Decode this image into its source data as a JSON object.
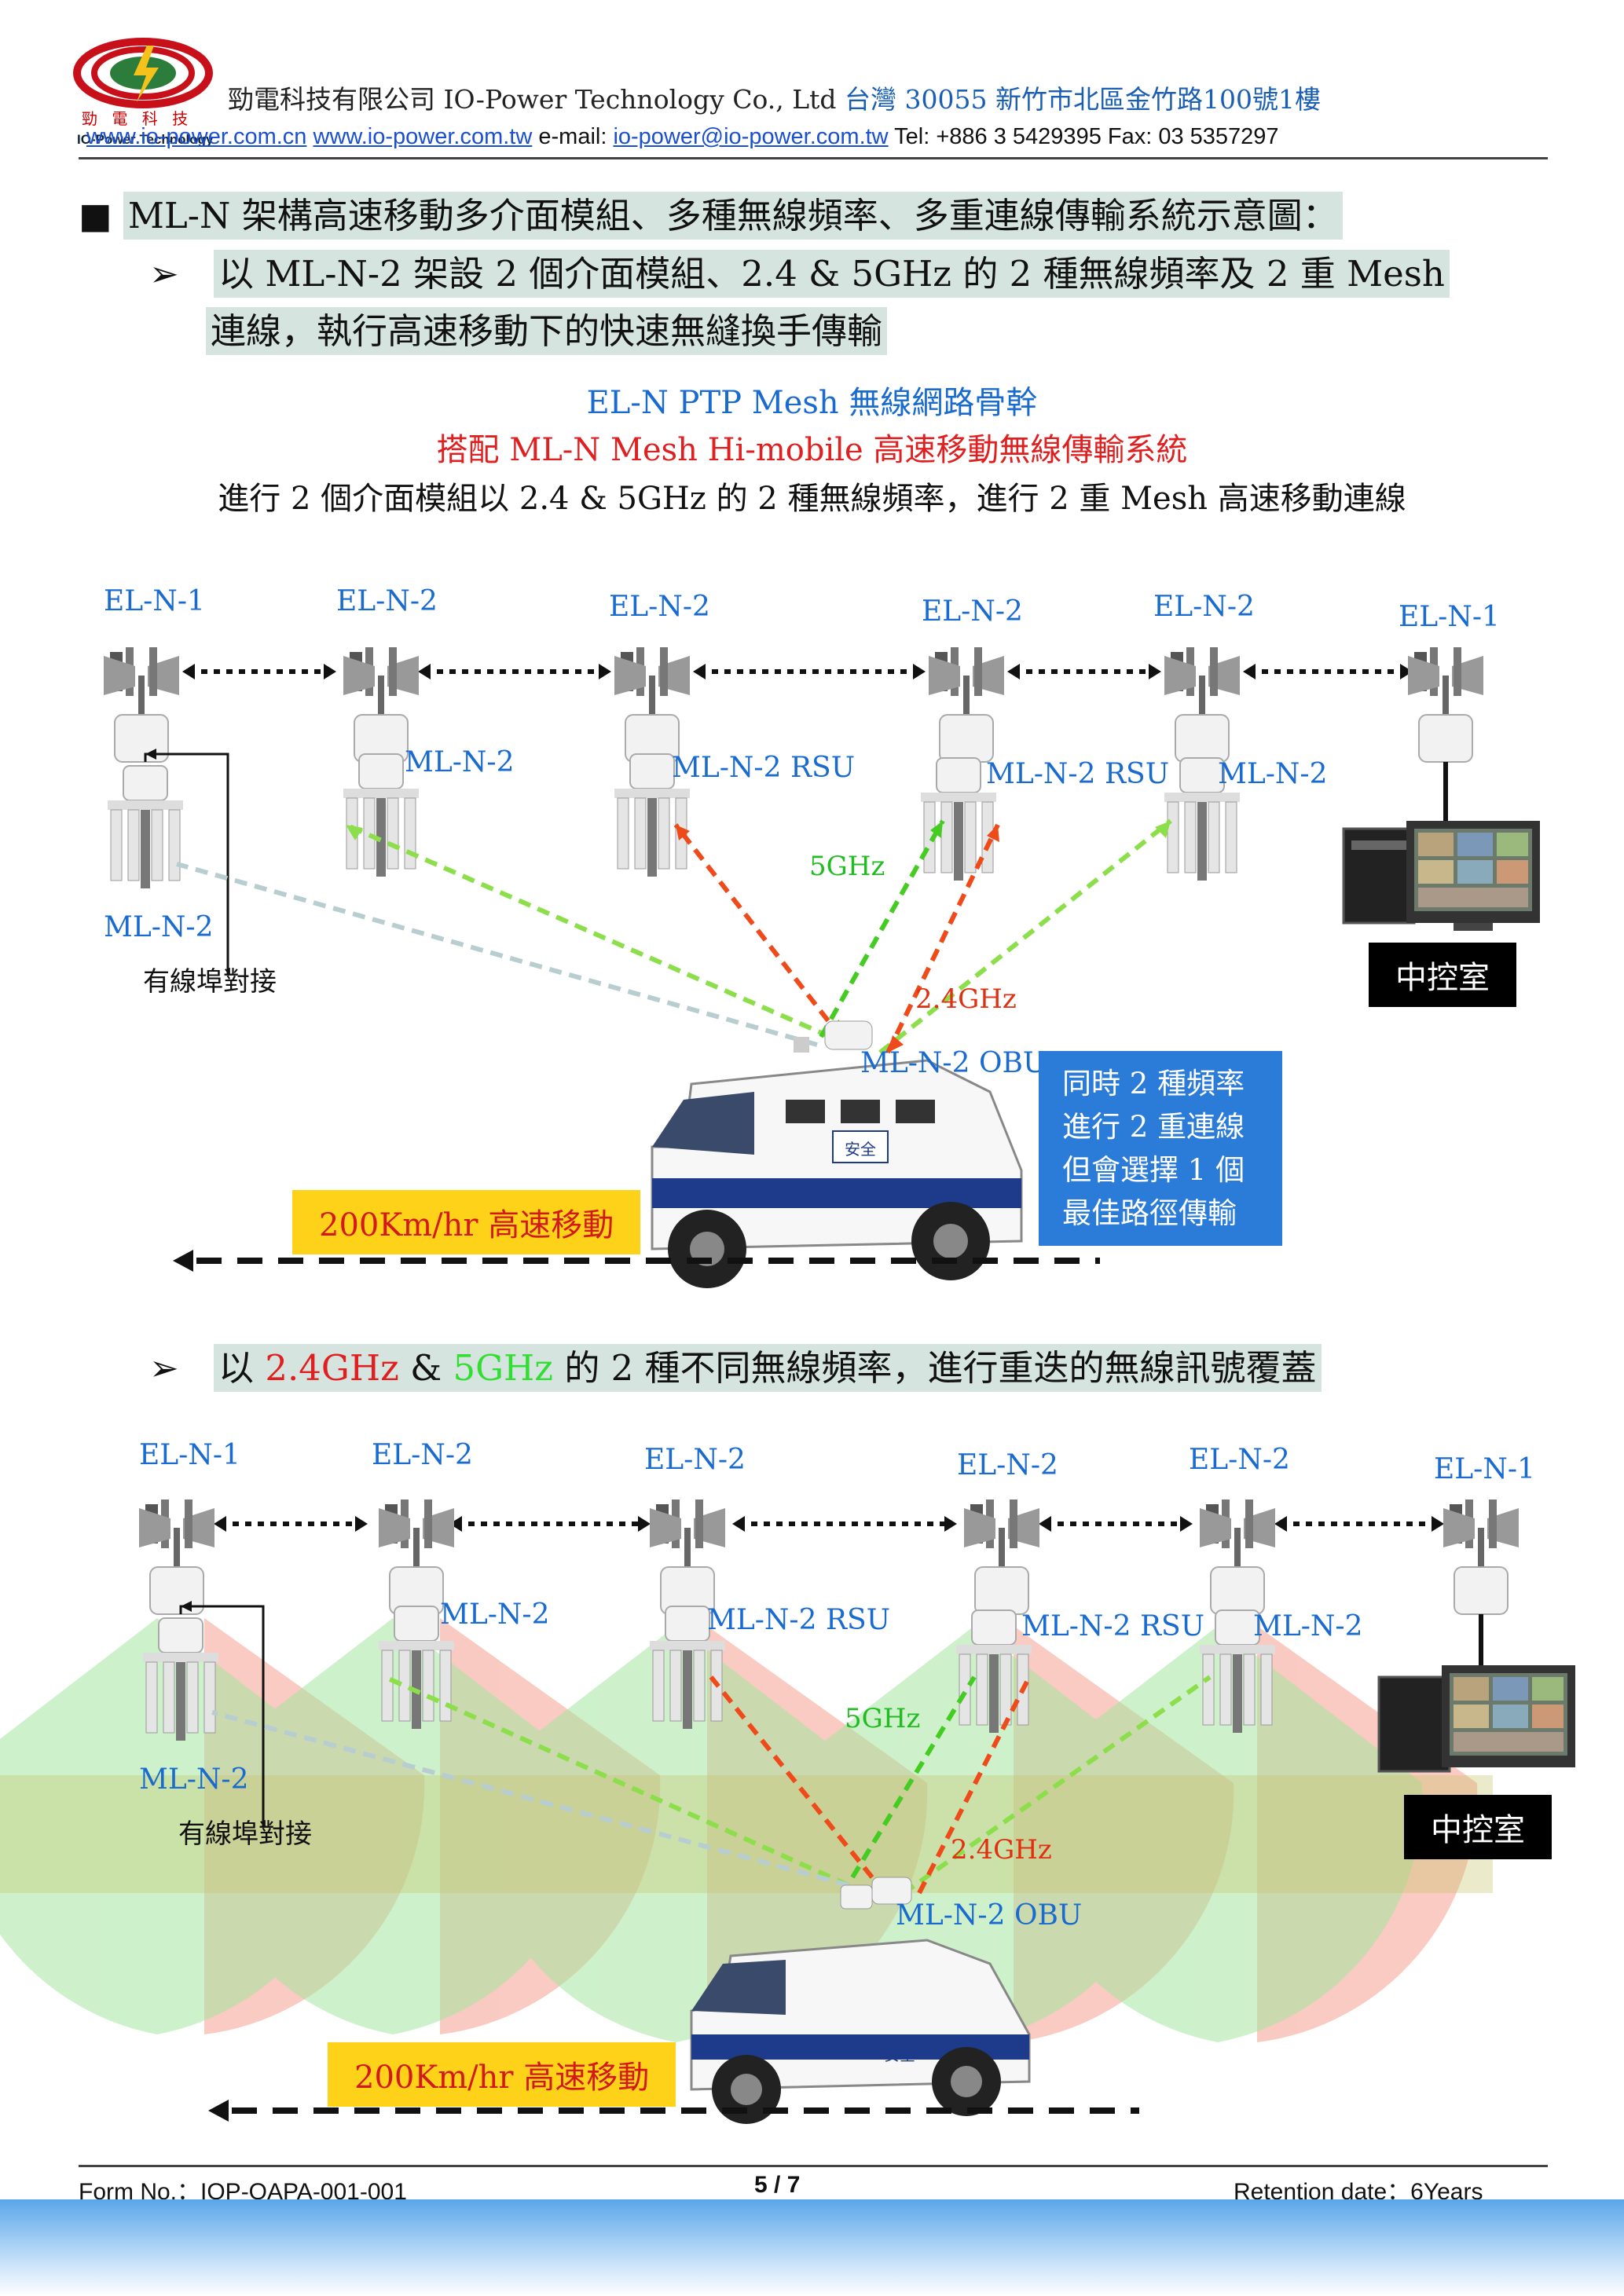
{
  "header": {
    "logo_chars": "勁 電 科 技",
    "logo_en": "IO-Power Technology",
    "company_cn": "勁電科技有限公司",
    "company_en": "IO-Power Technology Co., Ltd",
    "address": "台灣 30055 新竹市北區金竹路100號1樓",
    "website_cn": "www.io-power.com.cn",
    "website_tw": "www.io-power.com.tw",
    "email_label": "e-mail:",
    "email": "io-power@io-power.com.tw",
    "phone_fax": "Tel: +886 3 5429395 Fax: 03 5357297"
  },
  "section": {
    "bullet": "■",
    "title": "ML-N 架構高速移動多介面模組、多種無線頻率、多重連線傳輸系統示意圖：",
    "arrow": "➢",
    "sub1_line1": "以 ML-N-2 架設 2 個介面模組、2.4 & 5GHz 的 2 種無線頻率及 2 重 Mesh",
    "sub1_line2": "連線，執行高速移動下的快速無縫換手傳輸",
    "sub2_prefix": "以 ",
    "sub2_f1": "2.4GHz",
    "sub2_amp": " & ",
    "sub2_f2": "5GHz",
    "sub2_suffix": " 的 2 種不同無線頻率，進行重迭的無線訊號覆蓋"
  },
  "diagram_caption": {
    "line1": "EL-N PTP Mesh 無線網路骨幹",
    "line2": "搭配 ML-N Mesh Hi-mobile 高速移動無線傳輸系統",
    "line3": "進行 2 個介面模組以 2.4 & 5GHz 的 2 種無線頻率，進行 2 重 Mesh 高速移動連線"
  },
  "diagram": {
    "top_labels": [
      "EL-N-1",
      "EL-N-2",
      "EL-N-2",
      "EL-N-2",
      "EL-N-2",
      "EL-N-1"
    ],
    "mid_labels": [
      "ML-N-2",
      "ML-N-2 RSU",
      "ML-N-2 RSU",
      "ML-N-2"
    ],
    "left_bottom_label": "ML-N-2",
    "wired": "有線埠對接",
    "freq_5": "5GHz",
    "freq_24": "2.4GHz",
    "obu": "ML-N-2 OBU",
    "control_room": "中控室",
    "speed": "200Km/hr 高速移動",
    "info_box": [
      "同時 2 種頻率",
      "進行 2 重連線",
      "但會選擇 1 個",
      "最佳路徑傳輸"
    ],
    "van_text": "安全"
  },
  "footer": {
    "form_no": "Form No.：IOP-OAPA-001-001",
    "page": "5 / 7",
    "retention": "Retention date：6Years"
  },
  "colors": {
    "accent_blue": "#1a6bd0",
    "red": "#e02020",
    "green": "#22bb22",
    "yellow": "#ffd21a"
  }
}
